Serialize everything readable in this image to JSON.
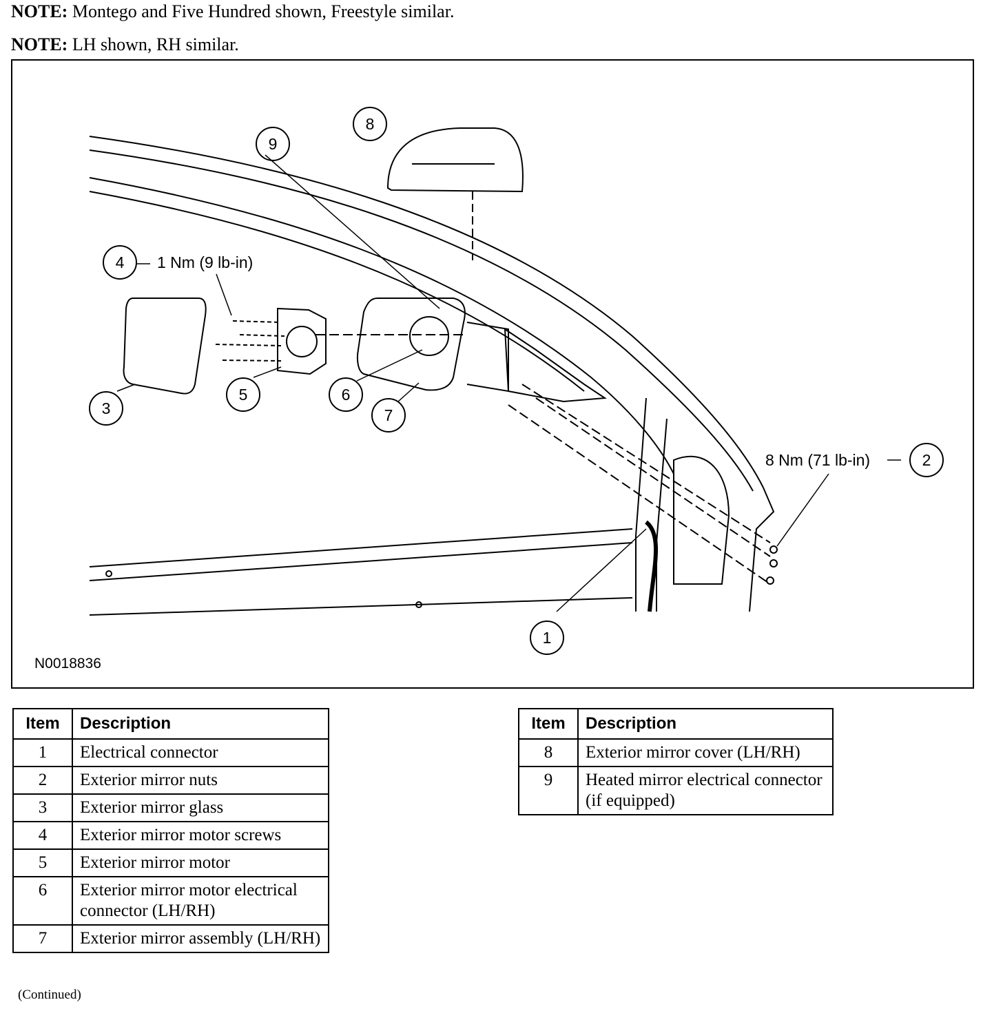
{
  "notes": [
    {
      "label": "NOTE:",
      "text": " Montego and Five Hundred shown, Freestyle similar."
    },
    {
      "label": "NOTE:",
      "text": " LH shown, RH similar."
    }
  ],
  "figure": {
    "id": "N0018836",
    "callouts": [
      "1",
      "2",
      "3",
      "4",
      "5",
      "6",
      "7",
      "8",
      "9"
    ],
    "torque_4": "1 Nm (9 lb-in)",
    "torque_2": "8 Nm (71 lb-in)"
  },
  "tables": {
    "headers": {
      "item": "Item",
      "description": "Description"
    },
    "left": [
      {
        "item": "1",
        "description": "Electrical connector"
      },
      {
        "item": "2",
        "description": "Exterior mirror nuts"
      },
      {
        "item": "3",
        "description": "Exterior mirror glass"
      },
      {
        "item": "4",
        "description": "Exterior mirror motor screws"
      },
      {
        "item": "5",
        "description": "Exterior mirror motor"
      },
      {
        "item": "6",
        "description": "Exterior mirror motor electrical connector (LH/RH)"
      },
      {
        "item": "7",
        "description": "Exterior mirror assembly (LH/RH)"
      }
    ],
    "right": [
      {
        "item": "8",
        "description": "Exterior mirror cover (LH/RH)"
      },
      {
        "item": "9",
        "description": "Heated mirror electrical connector (if equipped)"
      }
    ]
  },
  "continued": "(Continued)"
}
